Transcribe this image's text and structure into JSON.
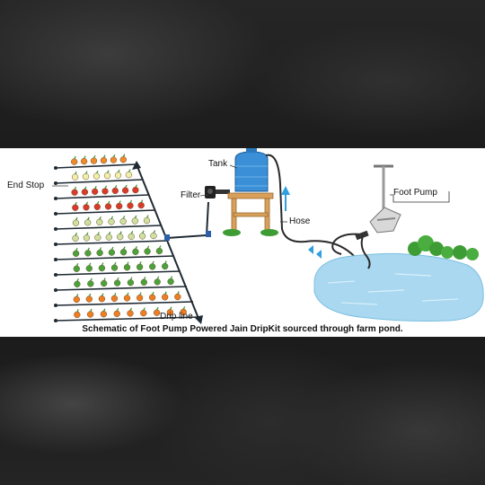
{
  "labels": {
    "end_stop": "End Stop",
    "tank": "Tank",
    "filter": "Filter",
    "hose": "Hose",
    "foot_pump": "Foot Pump",
    "drip_line": "Drip line"
  },
  "caption": "Schematic of Foot Pump Powered Jain DripKit sourced through farm pond.",
  "colors": {
    "tank": "#3a8fd6",
    "pond": "#a9d8f0",
    "bush": "#3e9c35",
    "stand": "#d8a05a",
    "pipe": "#1f2a33",
    "arrow": "#2f9fe0"
  }
}
